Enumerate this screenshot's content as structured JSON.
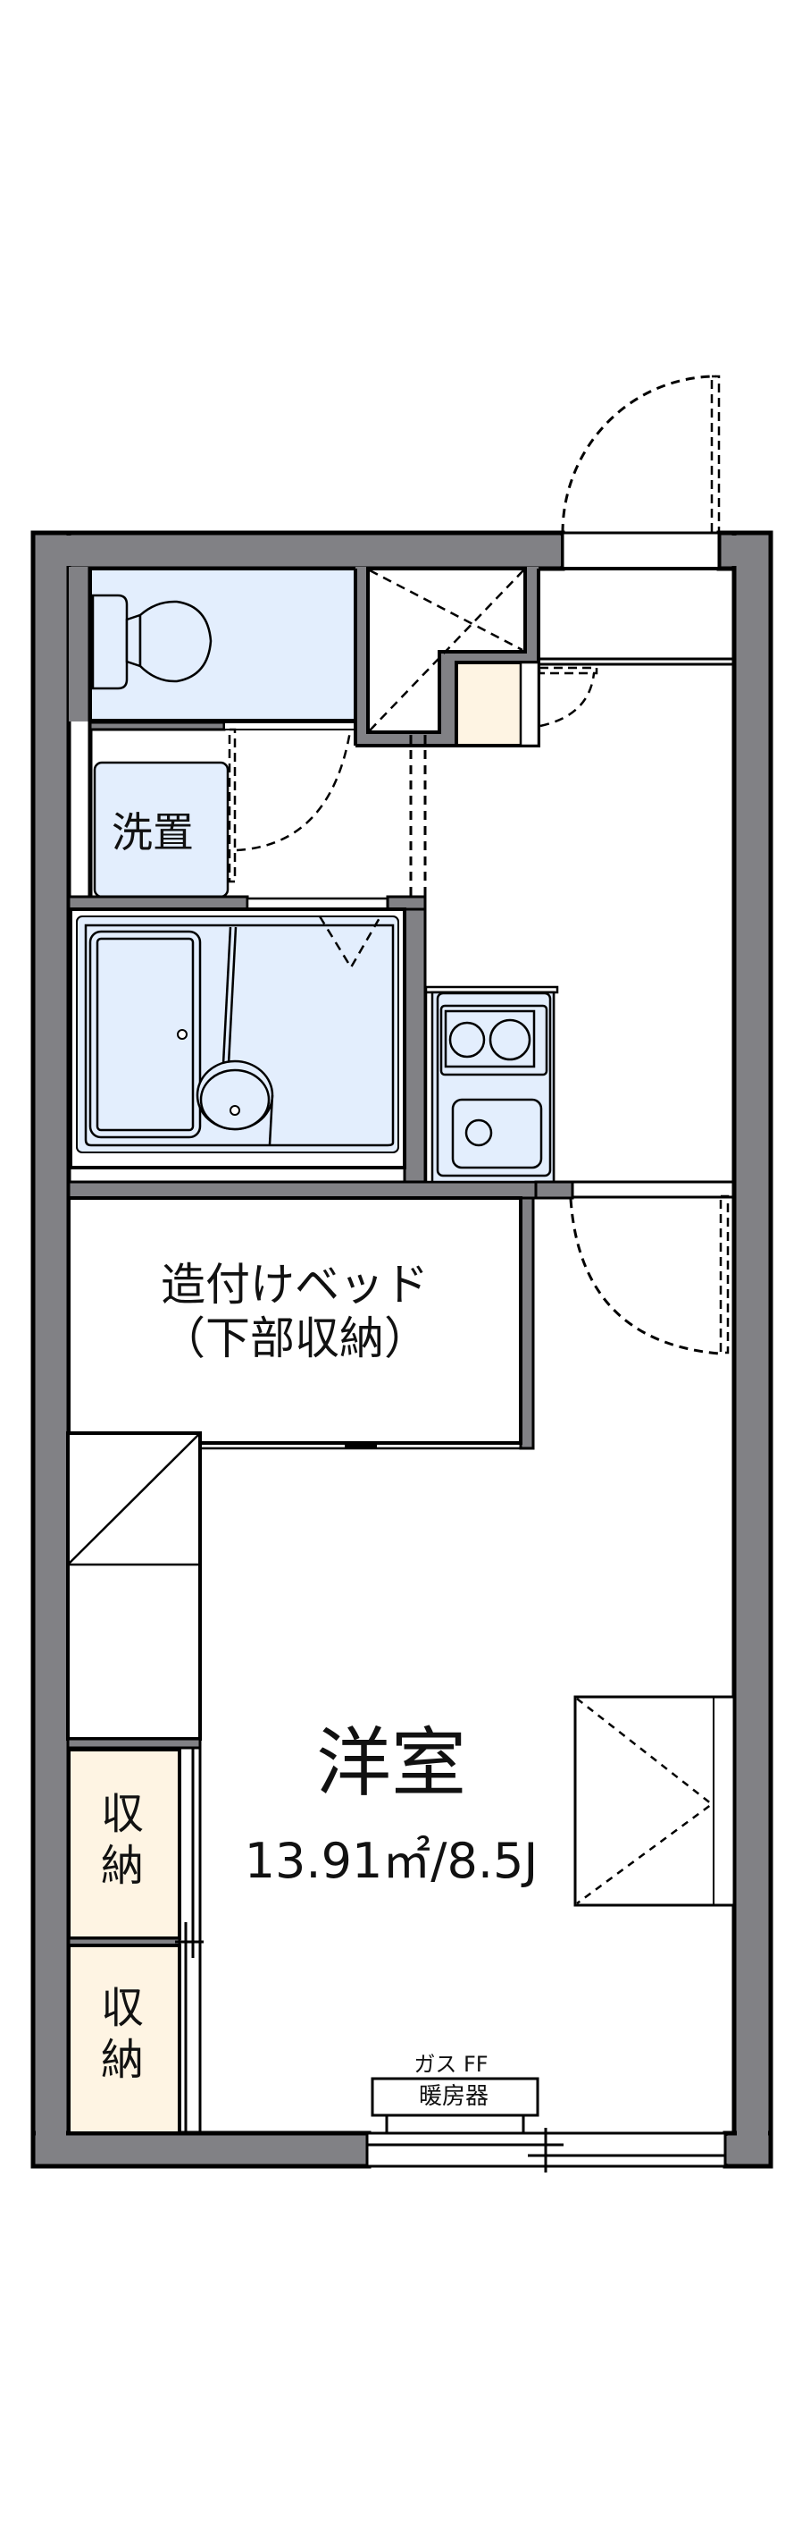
{
  "floor_plan": {
    "colors": {
      "wall": "#818185",
      "wet_area": "#e3eefd",
      "storage": "#fef4e3",
      "line": "#000000",
      "background": "#ffffff"
    },
    "rooms": {
      "western_room": {
        "name": "洋室",
        "area": "13.91㎡/8.5J"
      },
      "built_in_bed": {
        "line1": "造付けベッド",
        "line2": "（下部収納）"
      },
      "washer_space": {
        "label": "洗置"
      },
      "storage_1": {
        "char1": "収",
        "char2": "納"
      },
      "storage_2": {
        "char1": "収",
        "char2": "納"
      }
    },
    "equipment": {
      "heater_caption": "ガス FF",
      "heater_label": "暖房器"
    }
  }
}
